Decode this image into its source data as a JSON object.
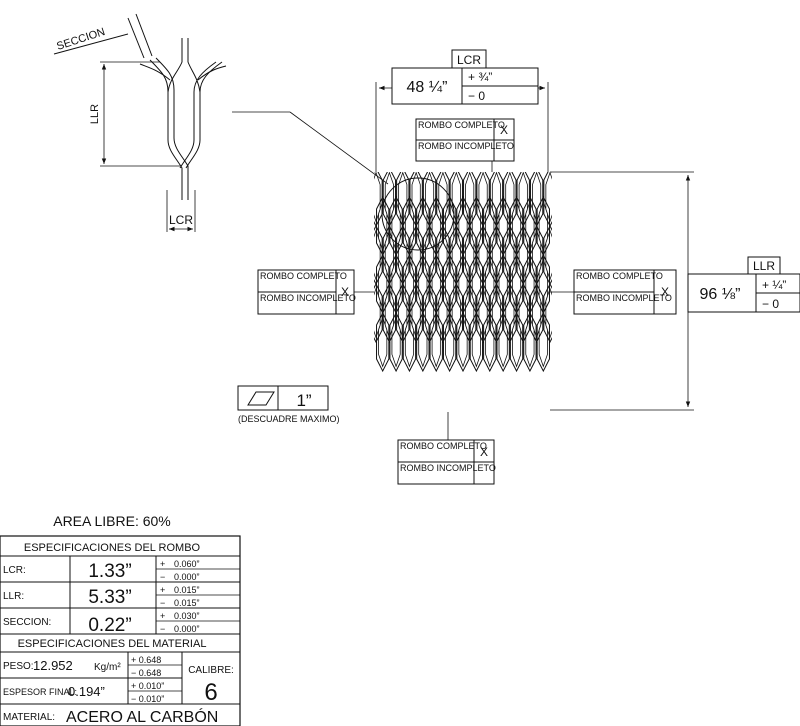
{
  "detail": {
    "seccion_label": "SECCION",
    "llr_label": "LLR",
    "lcr_label": "LCR"
  },
  "dim_top": {
    "tag": "LCR",
    "value": "48 ¼”",
    "tol_plus": "+ ¾”",
    "tol_minus": "− 0"
  },
  "dim_right": {
    "tag": "LLR",
    "value": "96 ⅛”",
    "tol_plus": "+ ¼”",
    "tol_minus": "− 0"
  },
  "rombo_box": {
    "completo": "ROMBO COMPLETO",
    "incompleto": "ROMBO INCOMPLETO",
    "mark": "X"
  },
  "skew": {
    "value": "1”",
    "caption": "(DESCUADRE MAXIMO)"
  },
  "area_libre": "AREA LIBRE: 60%",
  "spec_rombo": {
    "header": "ESPECIFICACIONES DEL ROMBO",
    "rows": [
      {
        "label": "LCR:",
        "value": "1.33”",
        "tol_plus": "+",
        "tol_plus_val": "0.060”",
        "tol_minus": "−",
        "tol_minus_val": "0.000”"
      },
      {
        "label": "LLR:",
        "value": "5.33”",
        "tol_plus": "+",
        "tol_plus_val": "0.015”",
        "tol_minus": "−",
        "tol_minus_val": "0.015”"
      },
      {
        "label": "SECCION:",
        "value": "0.22”",
        "tol_plus": "+",
        "tol_plus_val": "0.030”",
        "tol_minus": "−",
        "tol_minus_val": "0.000”"
      }
    ]
  },
  "spec_material": {
    "header": "ESPECIFICACIONES DEL MATERIAL",
    "peso_label": "PESO:",
    "peso_value": "12.952",
    "peso_unit": "Kg/m²",
    "peso_tol_plus": "+ 0.648",
    "peso_tol_minus": "− 0.648",
    "espesor_label": "ESPESOR FINAL:",
    "espesor_value": "0.194”",
    "espesor_tol_plus": "+ 0.010”",
    "espesor_tol_minus": "− 0.010”",
    "calibre_label": "CALIBRE:",
    "calibre_value": "6",
    "material_label": "MATERIAL:",
    "material_value": "ACERO AL CARBÓN"
  }
}
